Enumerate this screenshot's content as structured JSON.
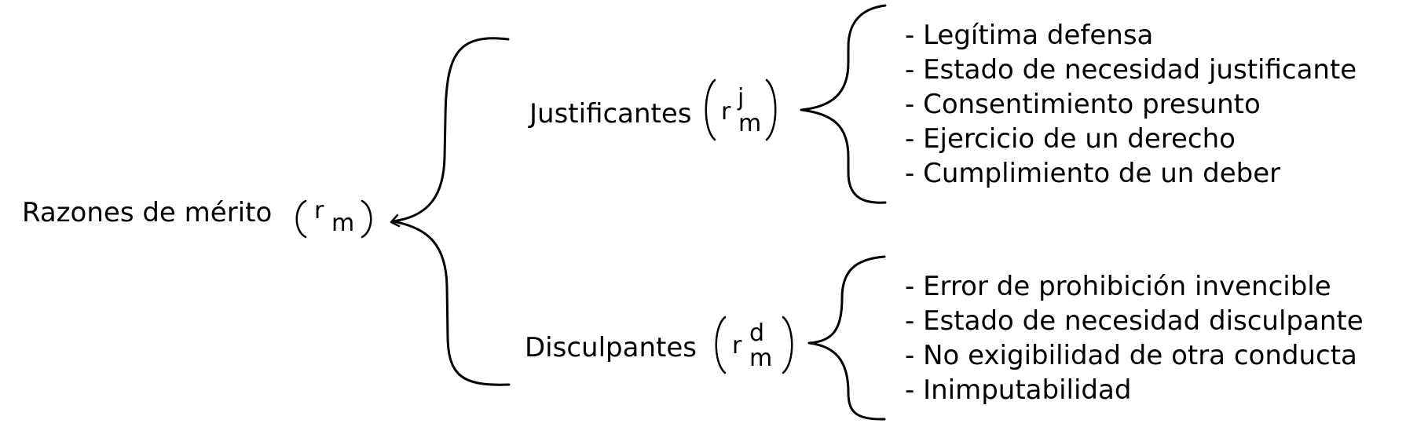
{
  "root": {
    "label": "Razones de mérito",
    "symbol": "r",
    "subscript": "m"
  },
  "branches": [
    {
      "label": "Justificantes",
      "symbol": "r",
      "superscript": "j",
      "subscript": "m",
      "items": [
        "- Legítima defensa",
        "- Estado de necesidad justificante",
        "- Consentimiento presunto",
        "- Ejercicio de un derecho",
        "- Cumplimiento de un deber"
      ]
    },
    {
      "label": "Disculpantes",
      "symbol": "r",
      "superscript": "d",
      "subscript": "m",
      "items": [
        "- Error de prohibición invencible",
        "- Estado de necesidad disculpante",
        "- No exigibilidad de otra conducta",
        "- Inimputabilidad"
      ]
    }
  ]
}
